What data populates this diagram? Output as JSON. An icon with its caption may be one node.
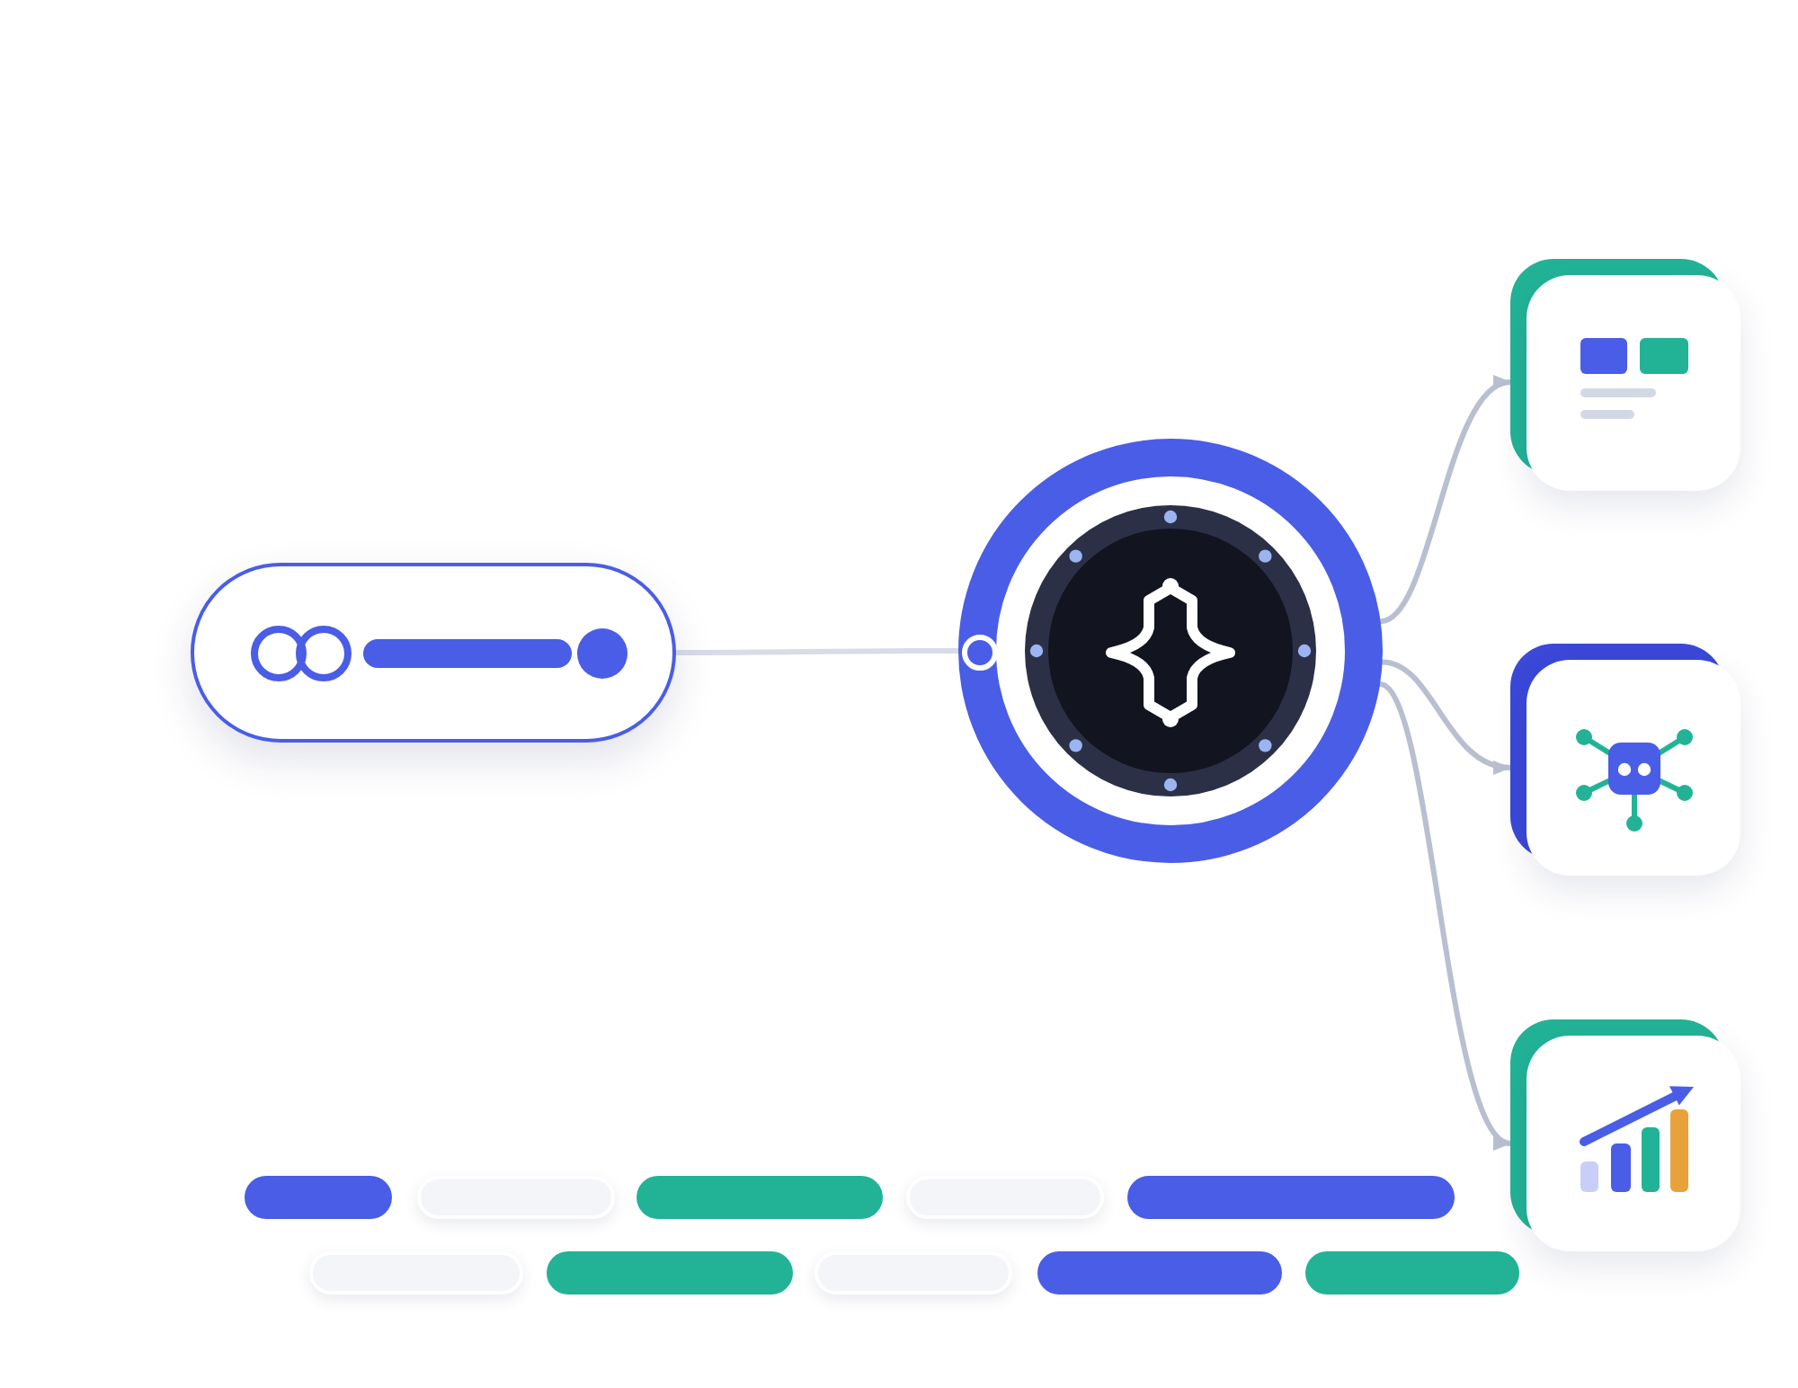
{
  "diagram": {
    "nodes": [
      {
        "text": [],
        "shape": "pill"
      },
      {
        "text": [],
        "shape": "circle"
      },
      {
        "text": [],
        "shape": "box"
      },
      {
        "text": [],
        "shape": "box"
      },
      {
        "text": [],
        "shape": "box"
      }
    ],
    "edges": [
      {
        "from": 0,
        "to": 1,
        "arrow": "none"
      },
      {
        "from": 1,
        "to": 2,
        "arrow": "to"
      },
      {
        "from": 1,
        "to": 3,
        "arrow": "to"
      },
      {
        "from": 1,
        "to": 4,
        "arrow": "to"
      }
    ]
  }
}
